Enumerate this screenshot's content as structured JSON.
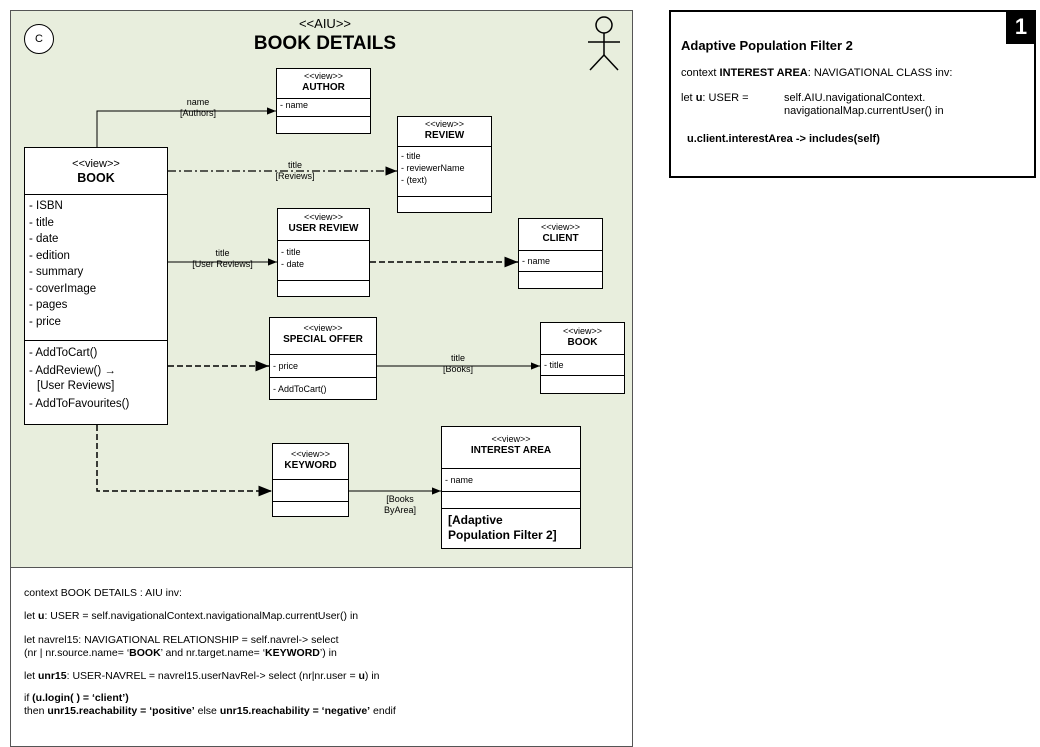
{
  "aiu": {
    "badge": "C",
    "stereotype": "<<AIU>>",
    "title": "BOOK DETAILS"
  },
  "classes": {
    "author": {
      "stereotype": "<<view>>",
      "name": "AUTHOR",
      "attrs": [
        "- name"
      ]
    },
    "review": {
      "stereotype": "<<view>>",
      "name": "REVIEW",
      "attrs": [
        "- title",
        "- reviewerName",
        "- (text)"
      ]
    },
    "book": {
      "stereotype": "<<view>>",
      "name": "BOOK",
      "attrs": [
        "- ISBN",
        "- title",
        "- date",
        "- edition",
        "- summary",
        "- coverImage",
        "- pages",
        "- price"
      ],
      "ops": [
        "- AddToCart()",
        "- AddReview() →",
        "[User Reviews]",
        "- AddToFavourites()"
      ]
    },
    "user_review": {
      "stereotype": "<<view>>",
      "name": "USER REVIEW",
      "attrs": [
        "- title",
        "- date"
      ]
    },
    "client": {
      "stereotype": "<<view>>",
      "name": "CLIENT",
      "attrs": [
        "- name"
      ]
    },
    "special_offer": {
      "stereotype": "<<view>>",
      "name": "SPECIAL OFFER",
      "attrs": [
        "- price"
      ],
      "ops": [
        "-  AddToCart()"
      ]
    },
    "book2": {
      "stereotype": "<<view>>",
      "name": "BOOK",
      "attrs": [
        "- title"
      ]
    },
    "keyword": {
      "stereotype": "<<view>>",
      "name": "KEYWORD"
    },
    "interest_area": {
      "stereotype": "<<view>>",
      "name": "INTEREST AREA",
      "attrs": [
        "- name"
      ],
      "filter_ref": [
        "[Adaptive",
        "Population Filter 2]"
      ]
    }
  },
  "edge_labels": {
    "authors": [
      "name",
      "[Authors]"
    ],
    "reviews": [
      "title",
      "[Reviews]"
    ],
    "user_reviews": [
      "title",
      "[User Reviews]"
    ],
    "books": [
      "title",
      "[Books]"
    ],
    "books_by_area": [
      "[Books",
      "ByArea]"
    ]
  },
  "ocl": {
    "line1": "context BOOK DETAILS : AIU inv:",
    "line2": {
      "pre": "let ",
      "bold": "u",
      "post": ": USER = self.navigationalContext.navigationalMap.currentUser() in"
    },
    "line3a": "let navrel15: NAVIGATIONAL RELATIONSHIP = self.navrel-> select",
    "line3b": {
      "pre": "(nr | nr.source.name= ‘",
      "b1": "BOOK",
      "mid": "’ and nr.target.name= ‘",
      "b2": "KEYWORD",
      "post": "’) in"
    },
    "line4": {
      "pre": "let ",
      "b1": "unr15",
      "mid": ": USER-NAVREL = navrel15.userNavRel-> select (nr|nr.user = ",
      "b2": "u",
      "post": ") in"
    },
    "line5": {
      "pre": "if ",
      "bold": "(u.login( ) = ‘client’)"
    },
    "line6": {
      "pre": "then ",
      "b1": "unr15.reachability = ‘positive’",
      "mid": " else ",
      "b2": "unr15.reachability = ‘negative’",
      "post": " endif"
    }
  },
  "filter": {
    "number": "1",
    "title": "Adaptive Population Filter 2",
    "line1": {
      "pre": "context ",
      "bold": "INTEREST AREA",
      "post": ": NAVIGATIONAL CLASS inv:"
    },
    "line2": {
      "pre": "let ",
      "bold": "u",
      "post": ": USER =",
      "col2a": "self.AIU.navigationalContext.",
      "col2b": "navigationalMap.currentUser() in"
    },
    "line3": "u.client.interestArea -> includes(self)"
  }
}
